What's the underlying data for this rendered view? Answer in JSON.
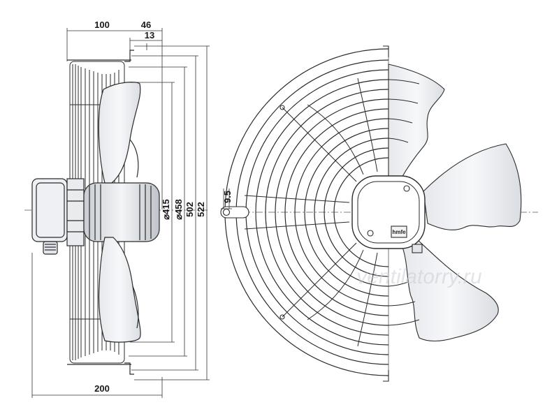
{
  "dimensions": {
    "depth_top": "100",
    "offset_46": "46",
    "offset_13": "13",
    "depth_bottom": "200",
    "dia_415": "⌀415",
    "dia_458": "⌀458",
    "dia_502": "502",
    "dia_522": "522",
    "hole": "9.5"
  },
  "watermark": "ventilatorry.ru",
  "colors": {
    "line": "#2b2b2b",
    "dim_line": "#333333",
    "blade_fill": "#f1f2f4",
    "shade": "#d9dce1"
  }
}
